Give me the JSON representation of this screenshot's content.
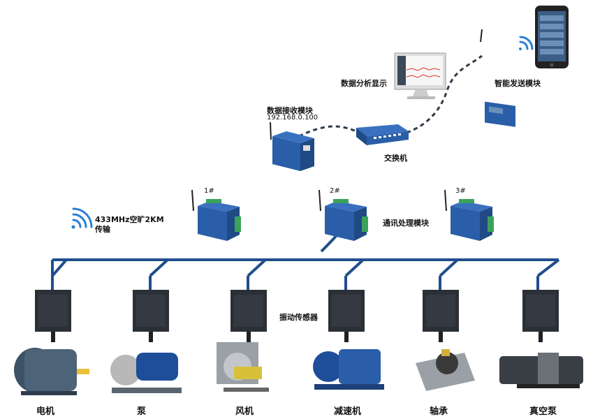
{
  "labels": {
    "data_display": "数据分析显示",
    "smart_send": "智能发送模块",
    "data_recv": "数据接收模块",
    "data_recv_ip": "192.168.0.100",
    "switch": "交换机",
    "wireless": "433MHz空旷2KM",
    "wireless2": "传输",
    "comm_module": "通讯处理模块",
    "node1": "1#",
    "node2": "2#",
    "node3": "3#",
    "vibration_sensor": "振动传感器"
  },
  "machines": [
    "电机",
    "泵",
    "风机",
    "减速机",
    "轴承",
    "真空泵"
  ],
  "colors": {
    "bus": "#1f4e8c",
    "device_blue": "#2a5ea8",
    "terminal_green": "#3aa35a",
    "sensor_dark": "#2b2f36",
    "wifi": "#2a7fd4",
    "link": "#2f3a48"
  }
}
